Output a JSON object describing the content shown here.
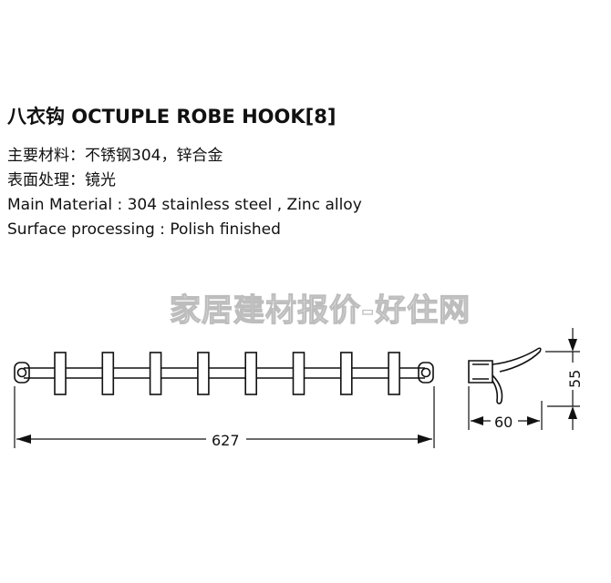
{
  "product": {
    "title": "八衣钩 OCTUPLE ROBE HOOK[8]"
  },
  "specs": [
    "主要材料：不锈钢304，锌合金",
    "表面处理：镜光",
    "Main Material : 304 stainless steel , Zinc alloy",
    "Surface processing : Polish finished"
  ],
  "watermark": "家居建材报价-好住网",
  "dimensions": {
    "length": "627",
    "depth": "60",
    "height": "55"
  }
}
